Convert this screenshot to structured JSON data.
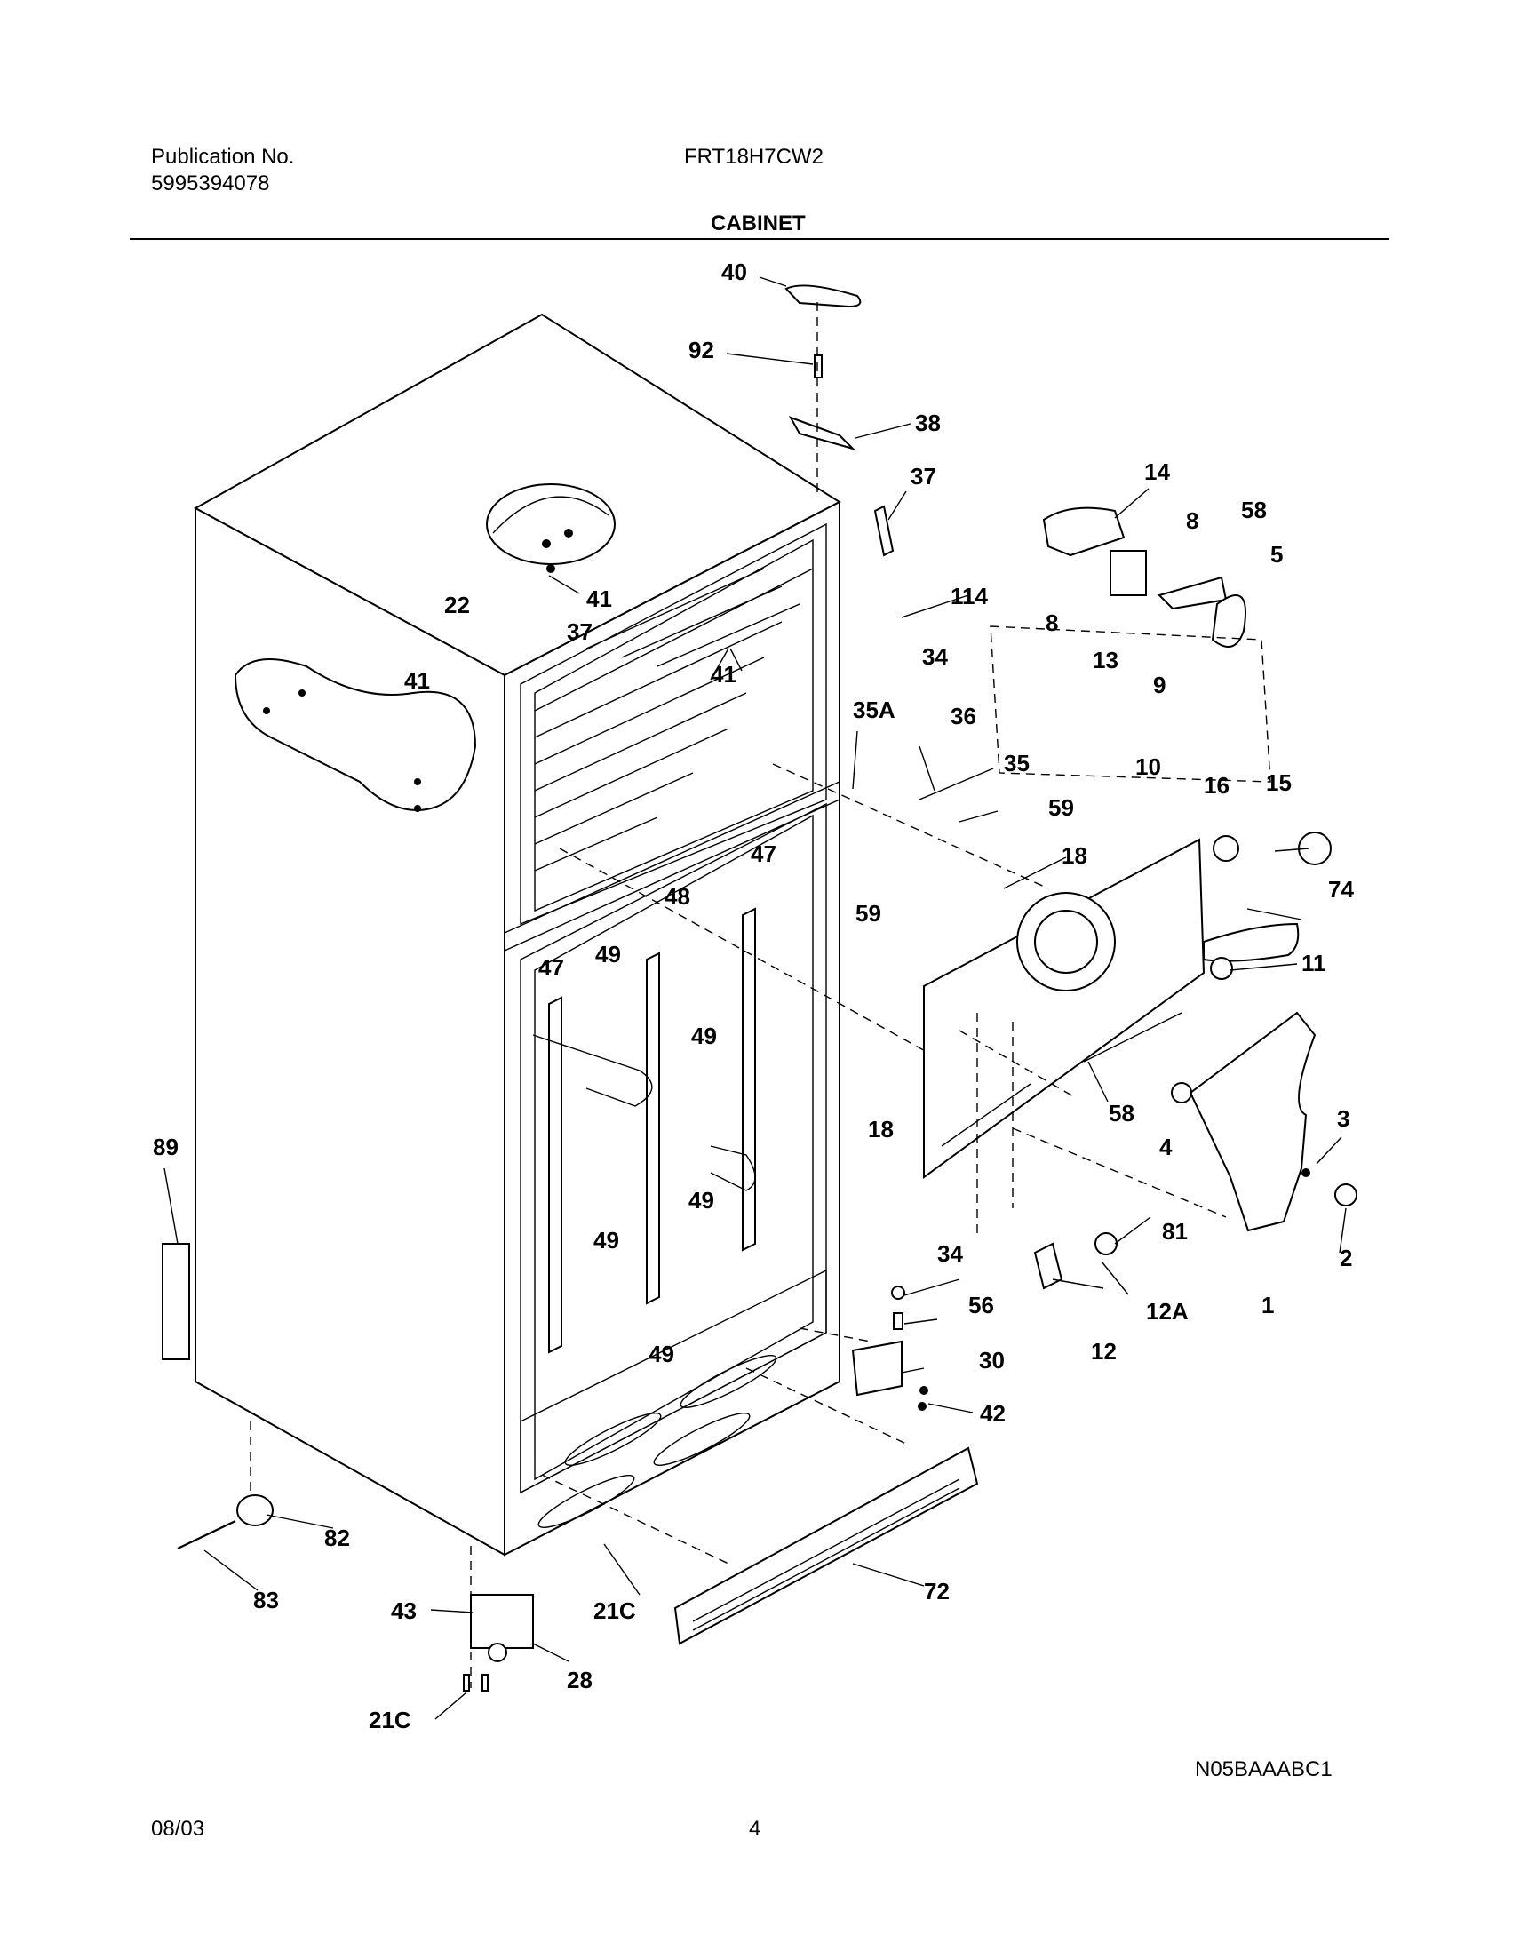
{
  "header": {
    "publication_label": "Publication No.",
    "publication_number": "5995394078",
    "model": "FRT18H7CW2",
    "section_title": "CABINET"
  },
  "diagram": {
    "callouts": [
      "40",
      "92",
      "38",
      "37",
      "14",
      "8",
      "58",
      "5",
      "41",
      "22",
      "37",
      "114",
      "41",
      "8",
      "13",
      "9",
      "34",
      "35A",
      "36",
      "35",
      "59",
      "10",
      "16",
      "15",
      "41",
      "47",
      "59",
      "18",
      "74",
      "48",
      "49",
      "11",
      "47",
      "49",
      "18",
      "58",
      "3",
      "4",
      "89",
      "49",
      "49",
      "81",
      "2",
      "34",
      "12A",
      "1",
      "56",
      "49",
      "30",
      "12",
      "42",
      "82",
      "72",
      "83",
      "43",
      "21C",
      "28",
      "21C"
    ],
    "drawing_code": "N05BAAABC1"
  },
  "footer": {
    "date": "08/03",
    "page_number": "4"
  }
}
